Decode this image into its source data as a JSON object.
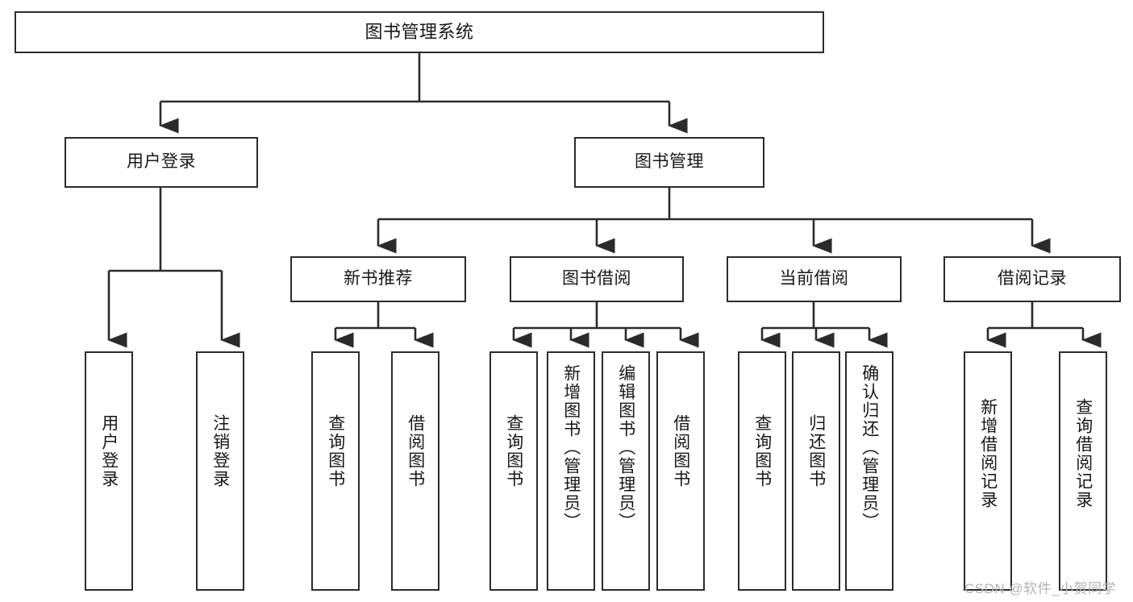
{
  "diagram": {
    "title": "图书管理系统",
    "type": "tree-structure-chart",
    "watermark": "CSDN @软件_小贺同学",
    "colors": {
      "box_border": "#2b2b2b",
      "box_fill": "#ffffff",
      "connector": "#2b2b2b",
      "text": "#171717",
      "watermark": "#b4b4b4",
      "background": "#ffffff"
    },
    "root": {
      "label": "图书管理系统"
    },
    "level2": [
      {
        "label": "用户登录"
      },
      {
        "label": "图书管理"
      }
    ],
    "level3": [
      {
        "label": "新书推荐"
      },
      {
        "label": "图书借阅"
      },
      {
        "label": "当前借阅"
      },
      {
        "label": "借阅记录"
      }
    ],
    "leaves": {
      "user_login": [
        {
          "label": "用户登录"
        },
        {
          "label": "注销登录"
        }
      ],
      "new_book_recommend": [
        {
          "label": "查询图书"
        },
        {
          "label": "借阅图书"
        }
      ],
      "book_borrow": [
        {
          "label": "查询图书"
        },
        {
          "label": "新增图书（管理员）"
        },
        {
          "label": "编辑图书（管理员）"
        },
        {
          "label": "借阅图书"
        }
      ],
      "current_borrow": [
        {
          "label": "查询图书"
        },
        {
          "label": "归还图书"
        },
        {
          "label": "确认归还（管理员）"
        }
      ],
      "borrow_record": [
        {
          "label": "新增借阅记录"
        },
        {
          "label": "查询借阅记录"
        }
      ]
    }
  }
}
